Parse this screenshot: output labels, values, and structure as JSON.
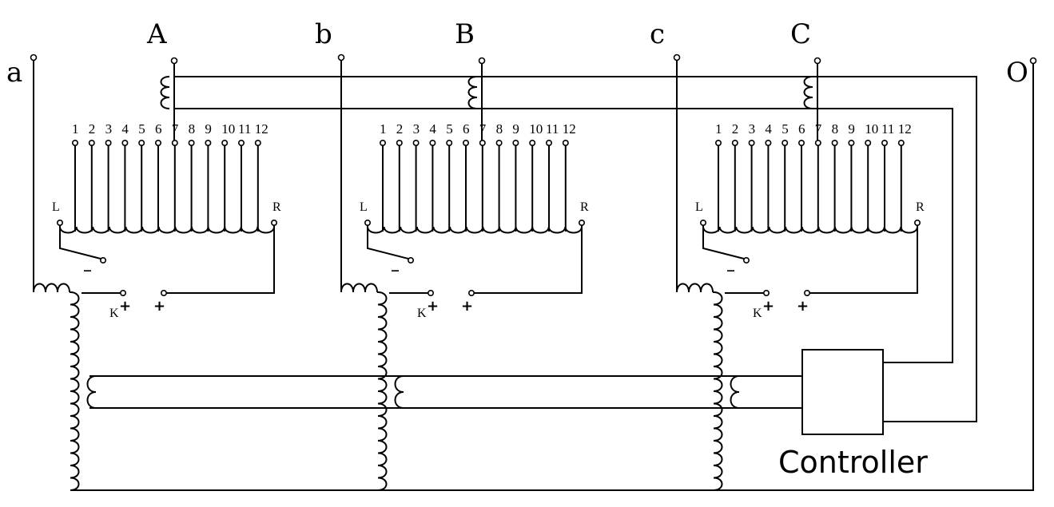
{
  "terminals": {
    "a": "a",
    "A": "A",
    "b": "b",
    "B": "B",
    "c": "c",
    "C": "C",
    "O": "O"
  },
  "tap_labels": [
    "1",
    "2",
    "3",
    "4",
    "5",
    "6",
    "7",
    "8",
    "9",
    "10",
    "11",
    "12"
  ],
  "switch_labels": {
    "left": "L",
    "right": "R",
    "contact": "K",
    "plus": "+",
    "minus": "_"
  },
  "controller": {
    "label": "Controller"
  }
}
